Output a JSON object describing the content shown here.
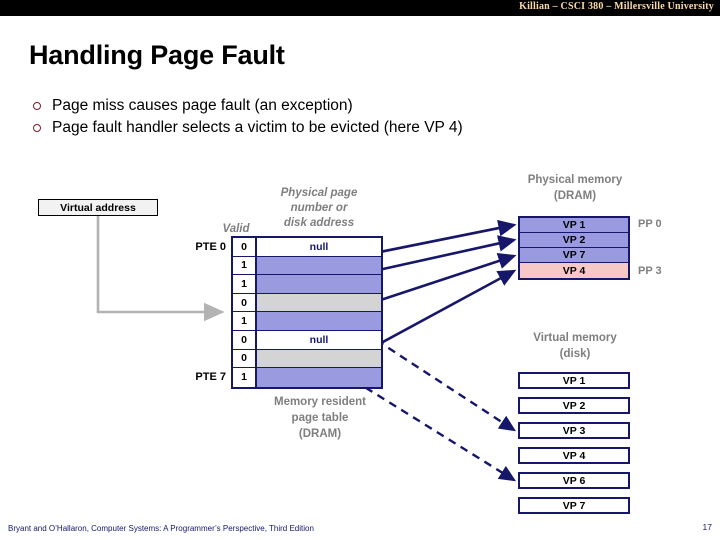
{
  "banner": {
    "text": "Killian – CSCI 380 – Millersville University",
    "bg_color": "#000000",
    "text_color": "#fcd9a8"
  },
  "slide": {
    "title": "Handling Page Fault",
    "bullets": [
      "Page miss causes page fault (an exception)",
      "Page fault handler selects a victim to be evicted (here VP 4)"
    ],
    "bullet_marker_color": "#7b1c22"
  },
  "diagram": {
    "virtual_address_label": "Virtual address",
    "valid_column_header": "Valid",
    "ppn_header_line1": "Physical page",
    "ppn_header_line2": "number or",
    "ppn_header_line3": "disk address",
    "pte_first_label": "PTE 0",
    "pte_last_label": "PTE 7",
    "page_table_caption_line1": "Memory resident",
    "page_table_caption_line2": "page table",
    "page_table_caption_line3": "(DRAM)",
    "page_table_rows": [
      {
        "valid": "0",
        "value": "null",
        "fill": "fill-white",
        "kind": "null"
      },
      {
        "valid": "1",
        "value": "",
        "fill": "fill-blue",
        "kind": "pointer-dram"
      },
      {
        "valid": "1",
        "value": "",
        "fill": "fill-blue",
        "kind": "pointer-dram"
      },
      {
        "valid": "0",
        "value": "",
        "fill": "fill-gray",
        "kind": "pointer-disk"
      },
      {
        "valid": "1",
        "value": "",
        "fill": "fill-blue",
        "kind": "pointer-dram"
      },
      {
        "valid": "0",
        "value": "null",
        "fill": "fill-white",
        "kind": "null"
      },
      {
        "valid": "0",
        "value": "",
        "fill": "fill-gray",
        "kind": "pointer-disk"
      },
      {
        "valid": "1",
        "value": "",
        "fill": "fill-blue",
        "kind": "pointer-dram"
      }
    ],
    "physical_memory_caption_line1": "Physical memory",
    "physical_memory_caption_line2": "(DRAM)",
    "physical_memory_rows": [
      {
        "label": "VP 1",
        "fill": "mem-blue"
      },
      {
        "label": "VP 2",
        "fill": "mem-blue"
      },
      {
        "label": "VP 7",
        "fill": "mem-blue"
      },
      {
        "label": "VP 4",
        "fill": "mem-pink"
      }
    ],
    "pp_first_label": "PP 0",
    "pp_last_label": "PP 3",
    "virtual_memory_caption_line1": "Virtual memory",
    "virtual_memory_caption_line2": "(disk)",
    "virtual_memory_rows": [
      {
        "label": "VP 1"
      },
      {
        "label": "VP 2"
      },
      {
        "label": "VP 3"
      },
      {
        "label": "VP 4"
      },
      {
        "label": "VP 6"
      },
      {
        "label": "VP 7"
      }
    ],
    "colors": {
      "line": "#16176b",
      "valid_fill": "#9a9ae0",
      "disk_fill": "#d4d4d4",
      "victim_fill": "#f7c9c6",
      "address_arrow": "#b3b3b3"
    }
  },
  "footer": {
    "citation": "Bryant and O’Hallaron, Computer Systems: A Programmer’s Perspective, Third Edition",
    "page_number": "17"
  }
}
